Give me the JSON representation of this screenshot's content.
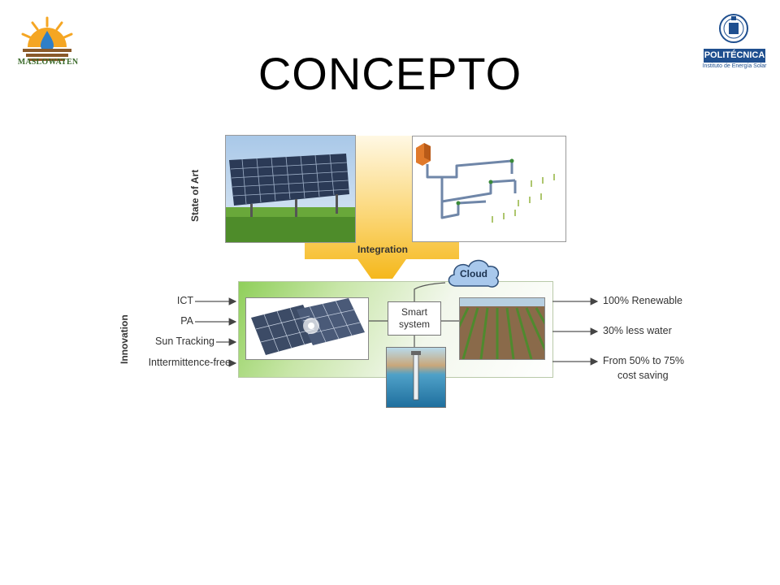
{
  "header": {
    "left_logo_text": "MASLOWATEN",
    "title": "CONCEPTO",
    "right_logo_band": "POLITÉCNICA",
    "right_logo_sub": "Instituto de Energía Solar"
  },
  "diagram": {
    "state_of_art_label": "State of Art",
    "integration_label": "Integration",
    "innovation_label": "Innovation",
    "cloud_label": "Cloud",
    "smart_system_line1": "Smart",
    "smart_system_line2": "system",
    "inputs": [
      "ICT",
      "PA",
      "Sun Tracking",
      "Inttermittence-free"
    ],
    "outputs": {
      "renewable": "100% Renewable",
      "water": "30% less water",
      "cost_line1": "From 50% to 75%",
      "cost_line2": "cost saving"
    }
  },
  "colors": {
    "title": "#000000",
    "integration_funnel": "#f5b81c",
    "innovation_green": "#8fcf5a",
    "cloud": "#a8c8ec",
    "logo_blue": "#1f4f8f",
    "logo_orange": "#f5a623"
  }
}
